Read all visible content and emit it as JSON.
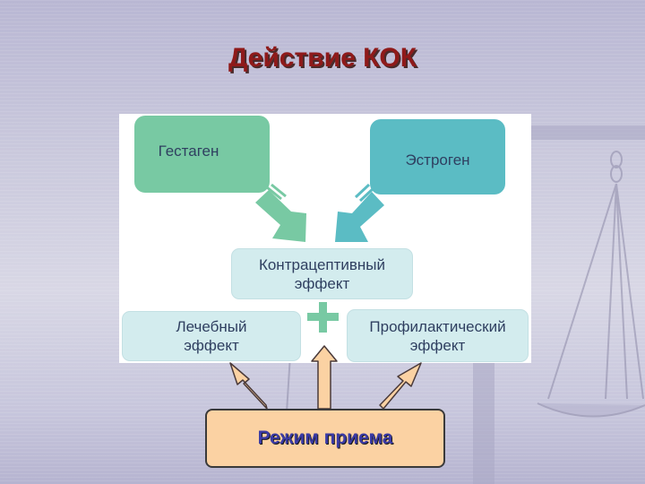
{
  "title": "Действие КОК",
  "nodes": {
    "gestagen": "Гестаген",
    "estrogen": "Эстроген",
    "contraceptive_effect": "Контрацептивный эффект",
    "therapeutic_effect": "Лечебный эффект",
    "preventive_effect": "Профилактический эффект",
    "regimen": "Режим приема"
  },
  "colors": {
    "title": "#8f1a1a",
    "gestagen_fill": "#78c9a3",
    "estrogen_fill": "#5bbcc4",
    "effect_fill": "#d3ecee",
    "plus": "#78c9a3",
    "regimen_fill": "#fbd2a3",
    "regimen_text": "#3b3ba6"
  },
  "icons": {
    "plus": "plus-icon",
    "arrows": "arrow-icon",
    "background": "balance-scale-icon"
  }
}
